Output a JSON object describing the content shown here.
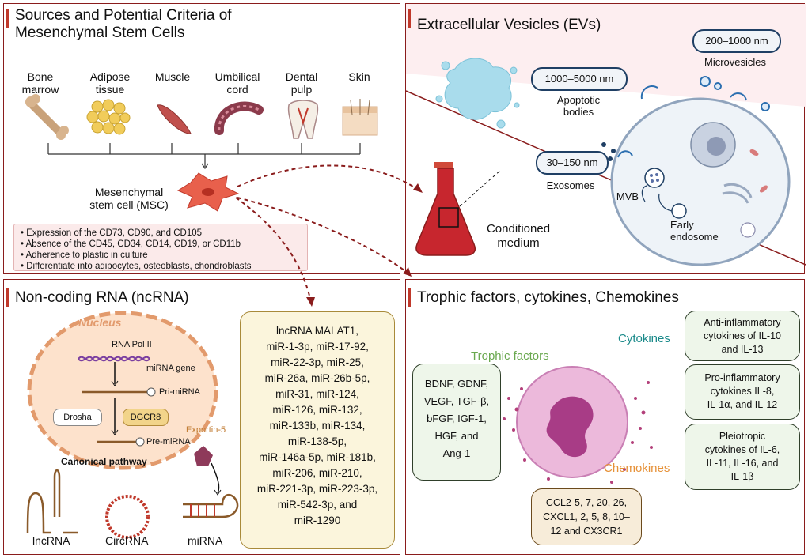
{
  "panels": {
    "sources": {
      "title_line1": "Sources and Potential Criteria of",
      "title_line2": "Mesenchymal Stem Cells",
      "sources": [
        {
          "line1": "Bone",
          "line2": "marrow"
        },
        {
          "line1": "Adipose",
          "line2": "tissue"
        },
        {
          "line1": "Muscle",
          "line2": ""
        },
        {
          "line1": "Umbilical",
          "line2": "cord"
        },
        {
          "line1": "Dental",
          "line2": "pulp"
        },
        {
          "line1": "Skin",
          "line2": ""
        }
      ],
      "msc_line1": "Mesenchymal",
      "msc_line2": "stem cell (MSC)",
      "criteria": [
        "Expression of the CD73, CD90, and CD105",
        "Absence of the CD45, CD34, CD14, CD19, or CD11b",
        "Adherence to plastic in culture",
        "Differentiate into adipocytes, osteoblasts, chondroblasts"
      ]
    },
    "evs": {
      "title": "Extracellular Vesicles (EVs)",
      "microvesicle_size": "200–1000 nm",
      "microvesicle_label": "Microvesicles",
      "apoptotic_size": "1000–5000 nm",
      "apoptotic_label_1": "Apoptotic",
      "apoptotic_label_2": "bodies",
      "exosome_size": "30–150 nm",
      "exosome_label": "Exosomes",
      "mvb_label": "MVB",
      "early_endo_1": "Early",
      "early_endo_2": "endosome",
      "conditioned_1": "Conditioned",
      "conditioned_2": "medium"
    },
    "ncrna": {
      "title": "Non-coding RNA (ncRNA)",
      "nucleus": "Nucleus",
      "rna_pol": "RNA Pol II",
      "mirna_gene": "miRNA gene",
      "pri_mirna": "Pri-miRNA",
      "drosha": "Drosha",
      "dgcr8": "DGCR8",
      "pre_mirna": "Pre-miRNA",
      "canonical": "Canonical pathway",
      "exportin": "Exportin-5",
      "lncrna_label": "lncRNA",
      "circrna_label": "CircRNA",
      "mirna_label": "miRNA",
      "list_lines": [
        "lncRNA MALAT1,",
        "miR-1-3p, miR-17-92,",
        "miR-22-3p, miR-25,",
        "miR-26a, miR-26b-5p,",
        "miR-31, miR-124,",
        "miR-126, miR-132,",
        "miR-133b, miR-134,",
        "miR-138-5p,",
        "miR-146a-5p, miR-181b,",
        "miR-206, miR-210,",
        "miR-221-3p, miR-223-3p,",
        "miR-542-3p, and",
        "miR-1290"
      ]
    },
    "trophic": {
      "title": "Trophic factors, cytokines, Chemokines",
      "trophic_label": "Trophic factors",
      "cytokines_label": "Cytokines",
      "chemokines_label": "Chemokines",
      "trophic_lines": [
        "BDNF, GDNF,",
        "VEGF, TGF-β,",
        "bFGF, IGF-1,",
        "HGF, and",
        "Ang-1"
      ],
      "anti_lines": [
        "Anti-inflammatory",
        "cytokines of IL-10",
        "and IL-13"
      ],
      "pro_lines": [
        "Pro-inflammatory",
        "cytokines IL-8,",
        "IL-1α, and IL-12"
      ],
      "pleio_lines": [
        "Pleiotropic",
        "cytokines of IL-6,",
        "IL-11, IL-16, and",
        "IL-1β"
      ],
      "chemo_lines": [
        "CCL2-5, 7, 20, 26,",
        "CXCL1, 2, 5, 8, 10–",
        "12 and CX3CR1"
      ]
    }
  },
  "colors": {
    "border": "#8a1c1c",
    "title_bar": "#c0392b",
    "pill_border": "#1f3f64",
    "mirna_box": "#fbf5dc",
    "trophic_box": "#eef6ea",
    "chemo_box": "#f7ecd9",
    "green_text": "#6aa84f",
    "teal_text": "#1a8a8a",
    "orange_text": "#e69138"
  }
}
